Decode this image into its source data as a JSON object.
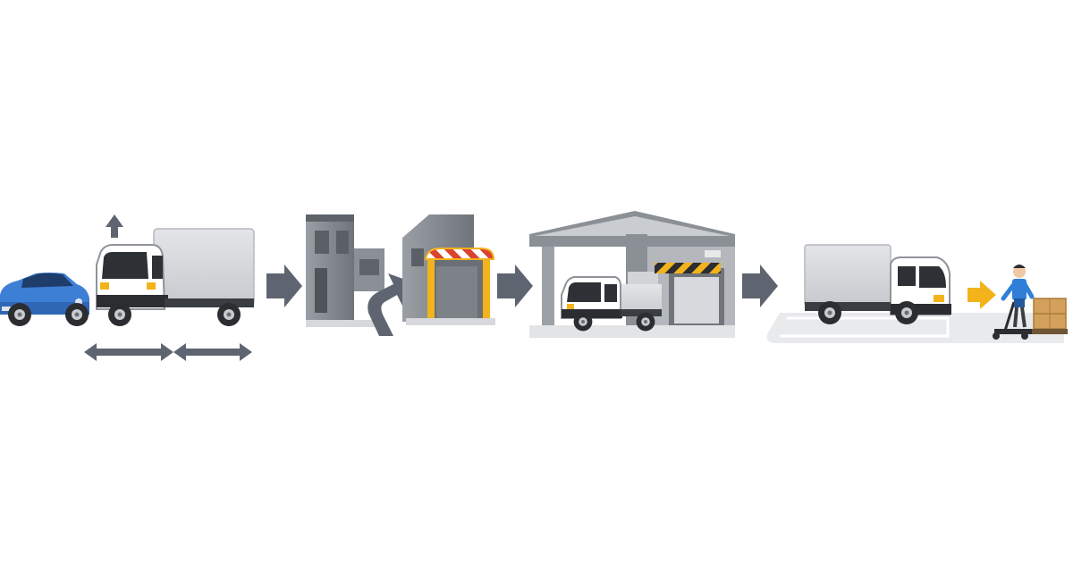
{
  "diagram": {
    "steps": [
      {
        "id": "vehicle-size-compare",
        "icons": [
          "car-icon",
          "truck-icon",
          "height-arrow-icon",
          "width-arrow-icon"
        ]
      },
      {
        "id": "narrow-building-entry",
        "icons": [
          "building-icon",
          "turn-arrow-icon"
        ]
      },
      {
        "id": "height-clearance-gate",
        "icons": [
          "gate-icon",
          "warning-stripe-icon"
        ]
      },
      {
        "id": "loading-dock",
        "icons": [
          "warehouse-icon",
          "truck-icon",
          "barrier-icon"
        ]
      },
      {
        "id": "unloading-area",
        "icons": [
          "truck-icon",
          "worker-icon",
          "hand-cart-icon",
          "box-icon",
          "pointer-arrow-icon"
        ]
      }
    ],
    "flow_arrow_icon": "right-arrow-icon"
  },
  "colors": {
    "arrow": "#5f6570",
    "truck_cab": "#ffffff",
    "truck_box": "#d2d4d7",
    "car": "#3e7fd6",
    "building": "#8b9096",
    "gate_stripe_red": "#d9432f",
    "gate_yellow": "#f2b31b",
    "floor": "#e9eaec",
    "worker_shirt": "#2f7fd8",
    "box": "#d4a15c"
  }
}
